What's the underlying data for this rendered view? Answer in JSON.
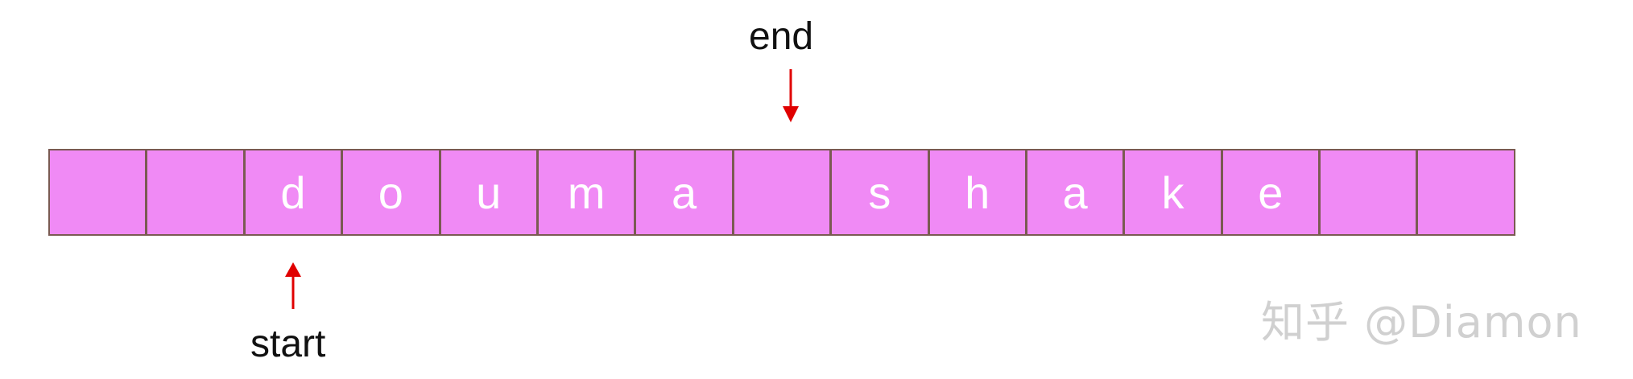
{
  "pointers": {
    "end_label": "end",
    "start_label": "start",
    "arrow_color": "#e00000"
  },
  "cell_fill": "#f08af5",
  "cells": [
    "",
    "",
    "d",
    "o",
    "u",
    "m",
    "a",
    "",
    "s",
    "h",
    "a",
    "k",
    "e",
    "",
    ""
  ],
  "watermark": "知乎 @Diamon",
  "cursor_icon": "mouse-pointer-icon"
}
